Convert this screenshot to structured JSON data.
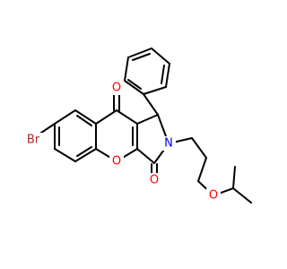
{
  "labels": {
    "br": "Br",
    "o_top": "O",
    "o_ring": "O",
    "o_bottom": "O",
    "n": "N",
    "o_ether": "O"
  },
  "colors": {
    "bond": "#000000",
    "bromine": "#a52a2a",
    "oxygen": "#ff0000",
    "nitrogen": "#0000ff",
    "background": "#ffffff"
  }
}
